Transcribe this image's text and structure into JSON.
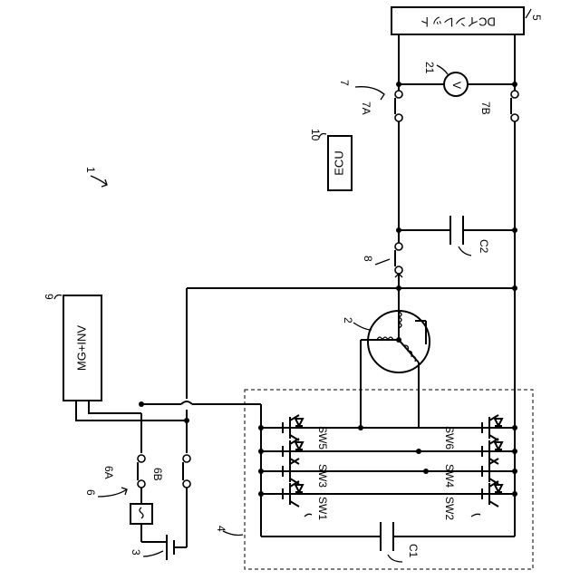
{
  "labels": {
    "system": "1",
    "motor": "2",
    "battery": "3",
    "inverter": "4",
    "dc_inlet": "5",
    "relay6": "6",
    "relay6A": "6A",
    "relay6B": "6B",
    "relay7": "7",
    "relay7A": "7A",
    "relay7B": "7B",
    "relay8": "8",
    "mg_inv": "9",
    "ecu": "10",
    "voltmeter": "21",
    "c1": "C1",
    "c2": "C2",
    "sw1": "SW1",
    "sw2": "SW2",
    "sw3": "SW3",
    "sw4": "SW4",
    "sw5": "SW5",
    "sw6": "SW6"
  },
  "blocks": {
    "dc_inlet_text": "DCインレット",
    "mg_inv_text": "MG+INV",
    "ecu_text": "ECU",
    "voltmeter_symbol": "V"
  }
}
